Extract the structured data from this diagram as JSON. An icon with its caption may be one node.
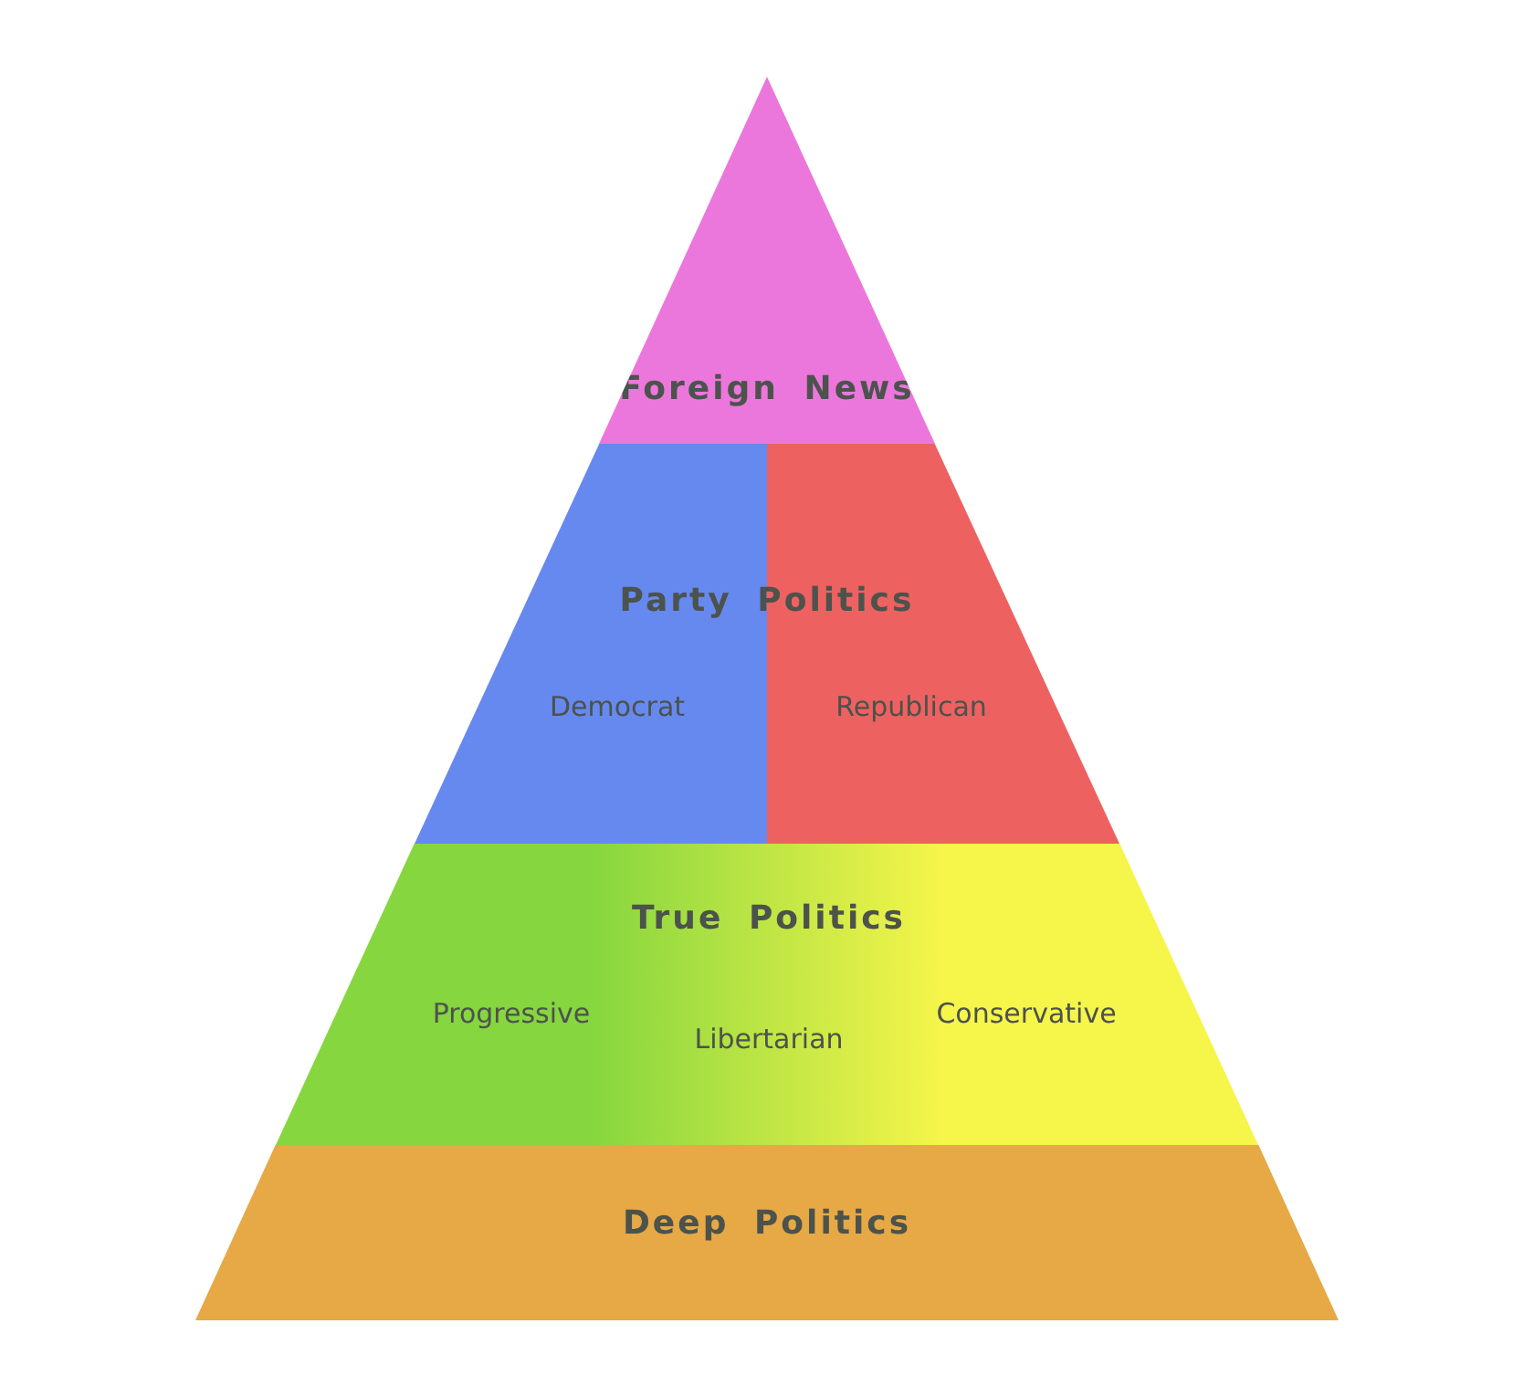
{
  "diagram": {
    "nodes": [
      {
        "text": [
          "Foreign News"
        ]
      },
      {
        "text": [
          "Party Politics",
          "Democrat",
          "Republican"
        ]
      },
      {
        "text": [
          "True Politics",
          "Progressive",
          "Libertarian",
          "Conservative"
        ]
      },
      {
        "text": [
          "Deep Politics"
        ]
      }
    ],
    "edges": []
  }
}
